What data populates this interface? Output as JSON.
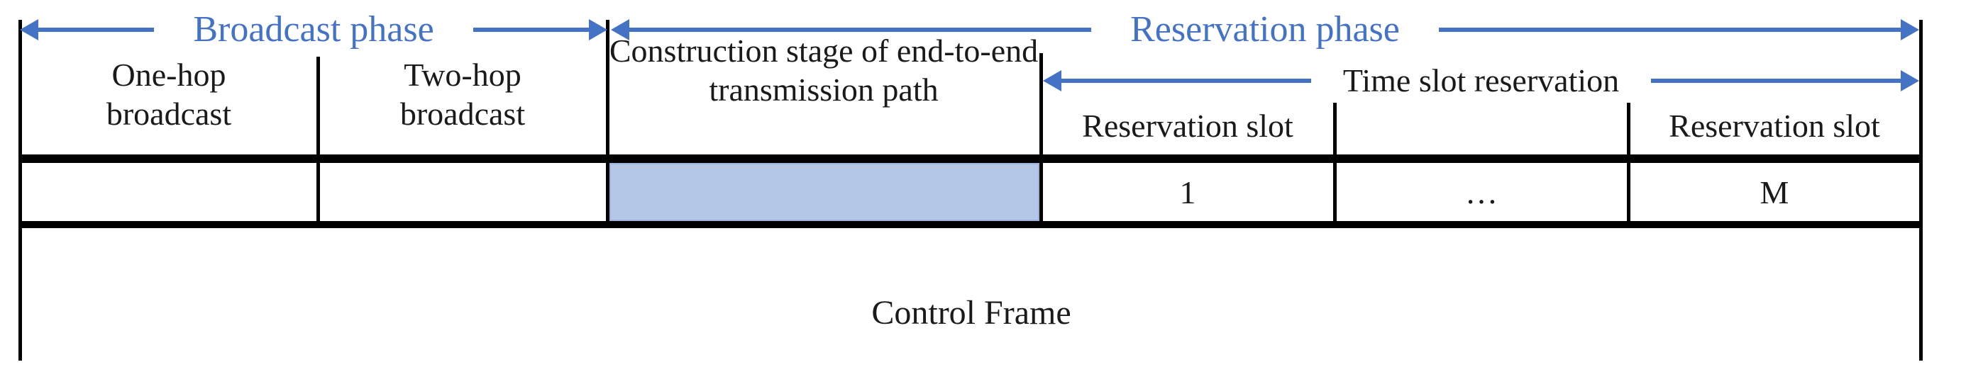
{
  "phases": {
    "broadcast": "Broadcast phase",
    "reservation": "Reservation phase"
  },
  "cells": {
    "one_hop": "One-hop broadcast",
    "two_hop": "Two-hop broadcast",
    "construction": "Construction stage of end-to-end transmission path",
    "time_slot_reservation": "Time slot reservation",
    "reservation_slot_first": "Reservation slot",
    "reservation_slot_last": "Reservation slot"
  },
  "slots": {
    "first": "1",
    "ellipsis": "…",
    "last": "M"
  },
  "footer": {
    "control_frame": "Control Frame"
  },
  "colors": {
    "accent_blue": "#4472c4",
    "highlight_fill": "#b4c7e7",
    "line_black": "#000000"
  }
}
